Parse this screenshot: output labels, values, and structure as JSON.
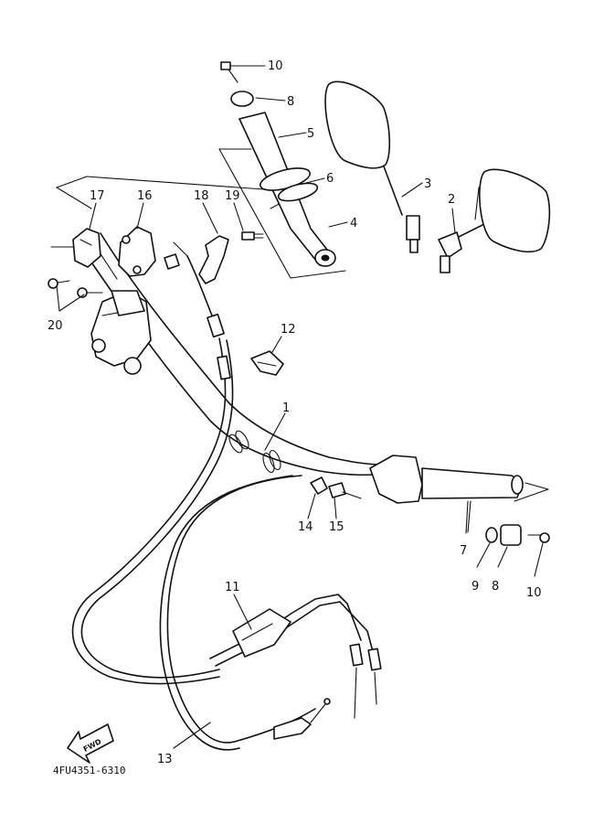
{
  "diagram": {
    "code": "4FU4351-6310",
    "fwd_label": "FWD",
    "callouts": [
      "1",
      "2",
      "3",
      "4",
      "5",
      "6",
      "7",
      "8",
      "9",
      "10",
      "11",
      "12",
      "13",
      "14",
      "15",
      "16",
      "17",
      "18",
      "19",
      "20"
    ],
    "labels": {
      "c10_top": "10",
      "c8_top": "8",
      "c5": "5",
      "c6": "6",
      "c4": "4",
      "c3": "3",
      "c2": "2",
      "c17": "17",
      "c16": "16",
      "c18": "18",
      "c19": "19",
      "c20": "20",
      "c12": "12",
      "c1": "1",
      "c14": "14",
      "c15": "15",
      "c7": "7",
      "c9": "9",
      "c8_bottom": "8",
      "c10_bottom": "10",
      "c11": "11",
      "c13": "13"
    }
  }
}
